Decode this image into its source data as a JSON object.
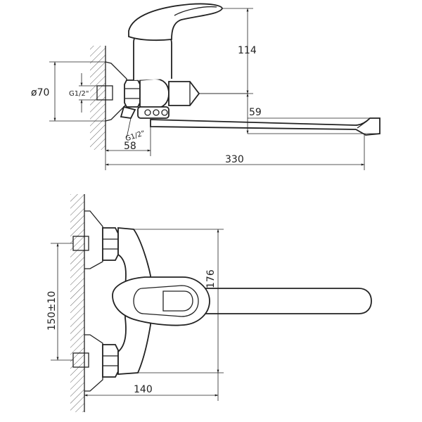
{
  "drawing": {
    "top_view": {
      "dim_height": "114",
      "dim_diameter": "ø70",
      "dim_thread_inlet": "G1/2\"",
      "dim_thread_outlet": "G1/2\"",
      "dim_outlet_height": "59",
      "dim_offset": "58",
      "dim_spout_length": "330"
    },
    "front_view": {
      "dim_height": "176",
      "dim_center_distance": "150±10",
      "dim_depth": "140"
    }
  }
}
